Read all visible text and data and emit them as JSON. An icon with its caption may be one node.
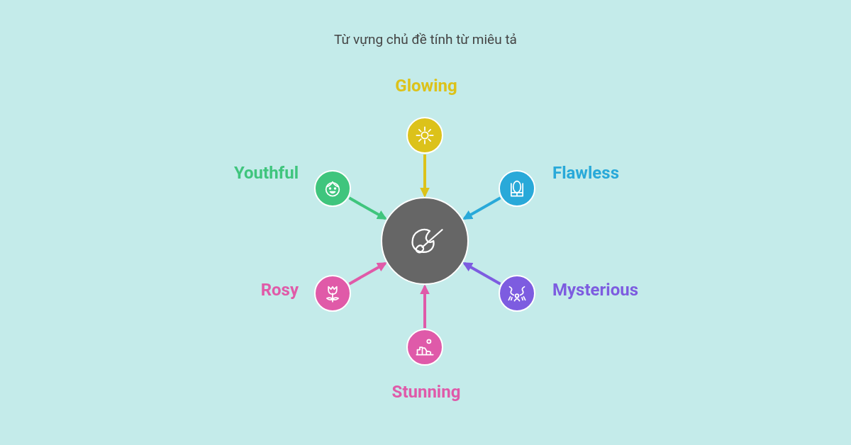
{
  "diagram": {
    "title": "Từ vựng chủ đề tính từ miêu tả",
    "nodes": [
      {
        "text": [
          "Glowing"
        ]
      },
      {
        "text": [
          "Youthful"
        ]
      },
      {
        "text": [
          "Flawless"
        ]
      },
      {
        "text": [],
        "shape": "circle"
      },
      {
        "text": [
          "Rosy"
        ]
      },
      {
        "text": [
          "Mysterious"
        ]
      },
      {
        "text": [
          "Stunning"
        ]
      }
    ],
    "edges": [
      {
        "from": 0,
        "to": 3,
        "arrow": "to",
        "color": "#dcc21a"
      },
      {
        "from": 1,
        "to": 3,
        "arrow": "to",
        "color": "#3fc57d"
      },
      {
        "from": 2,
        "to": 3,
        "arrow": "to",
        "color": "#29a9d9"
      },
      {
        "from": 4,
        "to": 3,
        "arrow": "to",
        "color": "#e05aa8"
      },
      {
        "from": 5,
        "to": 3,
        "arrow": "to",
        "color": "#7d5ce0"
      },
      {
        "from": 6,
        "to": 3,
        "arrow": "to",
        "color": "#df5aa9"
      }
    ]
  }
}
